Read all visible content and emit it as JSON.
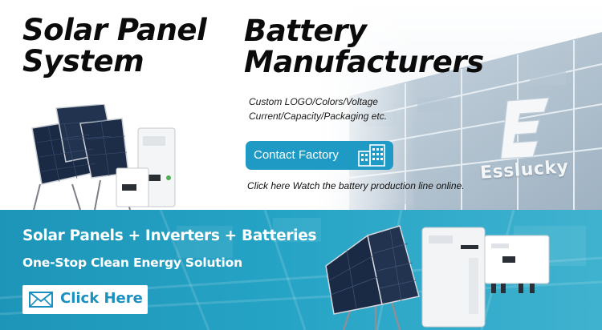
{
  "top": {
    "left_headline": [
      "Solar Panel",
      "System"
    ],
    "right_headline": [
      "Battery",
      "Manufacturers"
    ],
    "sub_lines": [
      "Custom LOGO/Colors/Voltage",
      "Current/Capacity/Packaging etc."
    ],
    "contact_button": {
      "label": "Contact Factory",
      "icon": "factory-building-icon"
    },
    "watch_link": "Click here Watch the battery production line online.",
    "brand": "Esslucky"
  },
  "band": {
    "title": "Solar Panels + Inverters + Batteries",
    "subtitle": "One-Stop Clean Energy Solution",
    "click_button": {
      "label": "Click Here",
      "icon": "mail-icon"
    }
  },
  "colors": {
    "accent_blue": "#1f9ac4",
    "band_blue": "#25a3c5",
    "headline_black": "#0b0b0b",
    "button_text_blue": "#1b8fbd"
  }
}
